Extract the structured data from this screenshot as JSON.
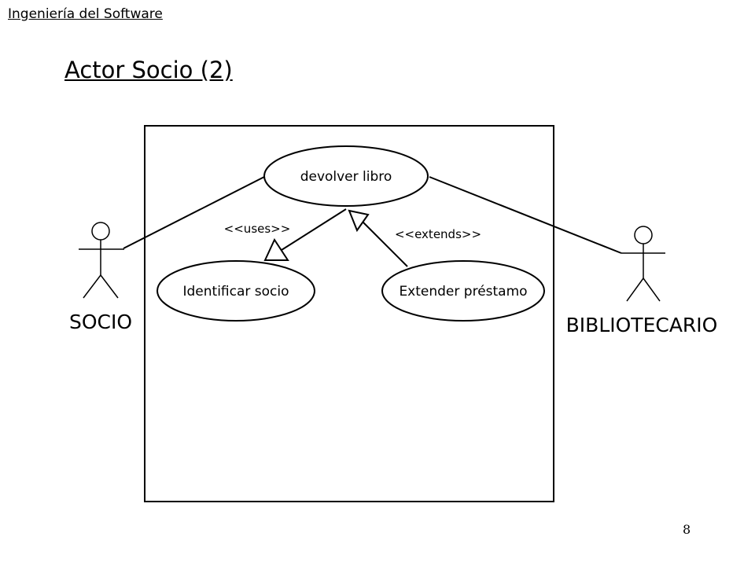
{
  "header": {
    "course": "Ingeniería del Software"
  },
  "slide": {
    "title": "Actor Socio (2)",
    "page_number": "8"
  },
  "diagram": {
    "use_cases": {
      "devolver": "devolver libro",
      "identificar": "Identificar socio",
      "extender": "Extender préstamo"
    },
    "relations": {
      "uses": "<<uses>>",
      "extends": "<<extends>>"
    },
    "actors": {
      "socio": "SOCIO",
      "bibliotecario": "BIBLIOTECARIO"
    }
  }
}
